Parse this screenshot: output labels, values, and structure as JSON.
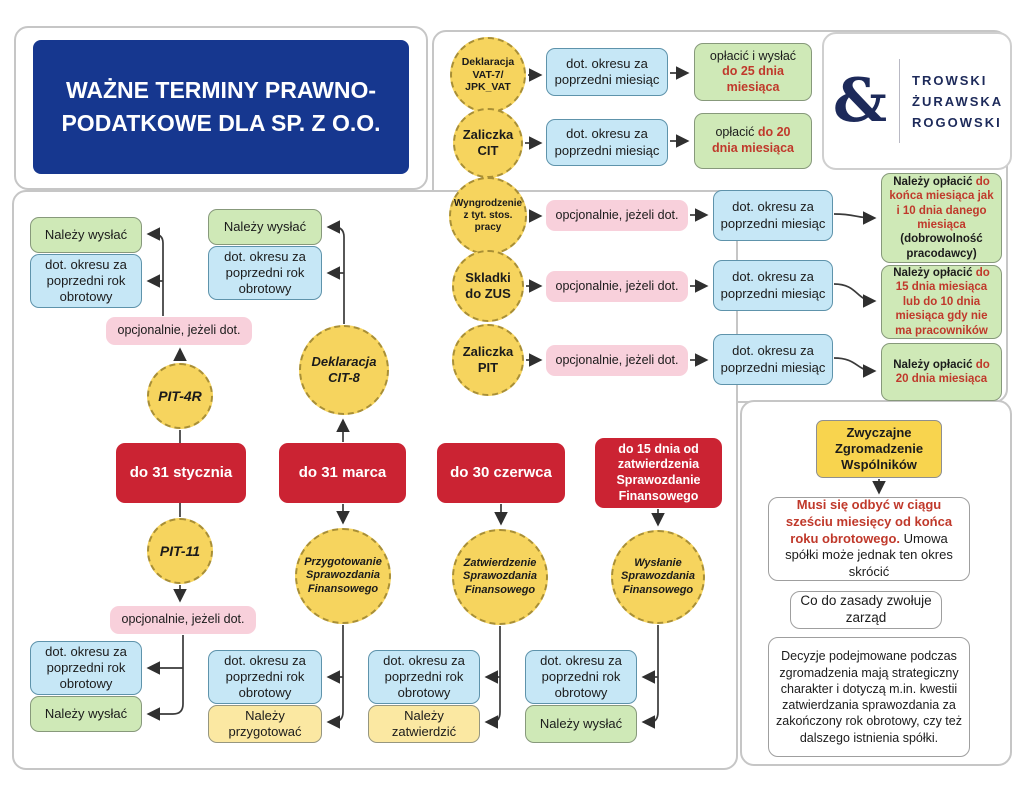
{
  "title": "WAŻNE TERMINY PRAWNO-PODATKOWE DLA SP. Z O.O.",
  "logo": {
    "ampersand": "&",
    "name_lines": [
      "TROWSKI",
      "ŻURAWSKA",
      "ROGOWSKI"
    ]
  },
  "labels": {
    "period_month": "dot. okresu za poprzedni miesiąc",
    "period_year": "dot. okresu za poprzedni rok obrotowy",
    "optional": "opcjonalnie, jeżeli dot.",
    "send": "Należy wysłać"
  },
  "monthly_rows": [
    {
      "label": "Deklaracja VAT-7/ JPK_VAT",
      "deadline_prefix": "opłacić i wysłać ",
      "deadline_red": "do 25 dnia miesiąca",
      "deadline_suffix": ""
    },
    {
      "label": "Zaliczka CIT",
      "deadline_prefix": "opłacić ",
      "deadline_red": "do 20 dnia miesiąca",
      "deadline_suffix": ""
    },
    {
      "label": "Wyngrodzenie z tyt. stos. pracy",
      "deadline_prefix": "Należy opłacić ",
      "deadline_red": "do końca miesiąca jak i 10 dnia danego miesiąca",
      "deadline_suffix": " (dobrowolność pracodawcy)"
    },
    {
      "label": "Skladki do ZUS",
      "deadline_prefix": "Należy opłacić ",
      "deadline_red": "do 15 dnia miesiąca lub do 10 dnia miesiąca gdy nie ma pracowników",
      "deadline_suffix": ""
    },
    {
      "label": "Zaliczka PIT",
      "deadline_prefix": "Należy opłacić ",
      "deadline_red": "do 20 dnia miesiąca",
      "deadline_suffix": ""
    }
  ],
  "annual": {
    "pit4r": "PIT-4R",
    "pit11": "PIT-11",
    "cit8": "Deklaracja CIT-8",
    "prep_circle": "Przygotowanie Sprawozdania Finansowego",
    "approve_circle": "Zatwierdzenie Sprawozdania Finansowego",
    "send_circle": "Wysłanie Sprawozdania Finansowego",
    "deadline_jan": "do 31 stycznia",
    "deadline_mar": "do 31 marca",
    "deadline_jun": "do 30 czerwca",
    "deadline_after_approval": "do 15 dnia od zatwierdzenia Sprawozdanie Finansowego",
    "prepare": "Należy przygotować",
    "approve": "Należy zatwierdzić"
  },
  "meeting": {
    "header": "Zwyczajne Zgromadzenie Wspólników",
    "rule_red": "Musi się odbyć w ciągu sześciu miesięcy od końca roku obrotowego.",
    "rule_rest": " Umowa spółki może jednak ten okres skrócić",
    "who": "Co do zasady zwołuje zarząd",
    "details": "Decyzje podejmowane podczas zgromadzenia mają strategiczny charakter i dotyczą m.in. kwestii zatwierdzania sprawozdania za zakończony rok obrotowy, czy też dalszego istnienia spółki."
  }
}
